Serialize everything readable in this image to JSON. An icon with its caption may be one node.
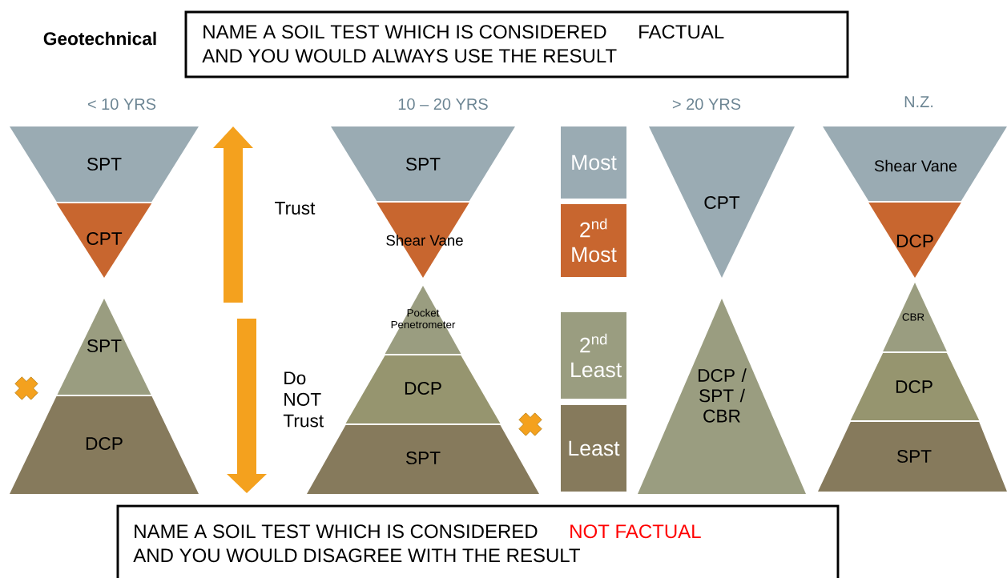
{
  "diagram": {
    "title": "Geotechnical",
    "nodes": [
      {
        "text": [
          "NAME A SOIL TEST WHICH IS CONSIDERED",
          "FACTUAL",
          "AND YOU WOULD ALWAYS USE THE RESULT"
        ]
      },
      {
        "text": [
          "SPT"
        ]
      },
      {
        "text": [
          "CPT"
        ]
      },
      {
        "text": [
          "SPT"
        ]
      },
      {
        "text": [
          "DCP"
        ]
      },
      {
        "text": [
          "SPT"
        ]
      },
      {
        "text": [
          "Shear Vane"
        ]
      },
      {
        "text": [
          "Pocket Penetrometer"
        ]
      },
      {
        "text": [
          "DCP"
        ]
      },
      {
        "text": [
          "SPT"
        ]
      },
      {
        "text": [
          "Most"
        ]
      },
      {
        "text": [
          "2$^{nd}$ Most"
        ]
      },
      {
        "text": [
          "2$^{nd}$ Least"
        ]
      },
      {
        "text": [
          "Least"
        ]
      },
      {
        "text": [
          "CPT"
        ]
      },
      {
        "text": [
          "DCP / SPT / CBR"
        ]
      },
      {
        "text": [
          "Shear Vane"
        ]
      },
      {
        "text": [
          "DCP"
        ]
      },
      {
        "text": [
          "CBR"
        ]
      },
      {
        "text": [
          "DCP"
        ]
      },
      {
        "text": [
          "SPT"
        ]
      },
      {
        "text": [
          "NAME A SOIL TEST WHICH IS CONSIDERED",
          "NOT FACTUAL",
          "AND YOU WOULD DISAGREE WITH THE RESULT"
        ]
      }
    ],
    "labels": [
      "< 10 YRS",
      "10 – 20 YRS",
      "> 20 YRS",
      "N.Z.",
      "Trust",
      "Do NOT Trust"
    ]
  }
}
